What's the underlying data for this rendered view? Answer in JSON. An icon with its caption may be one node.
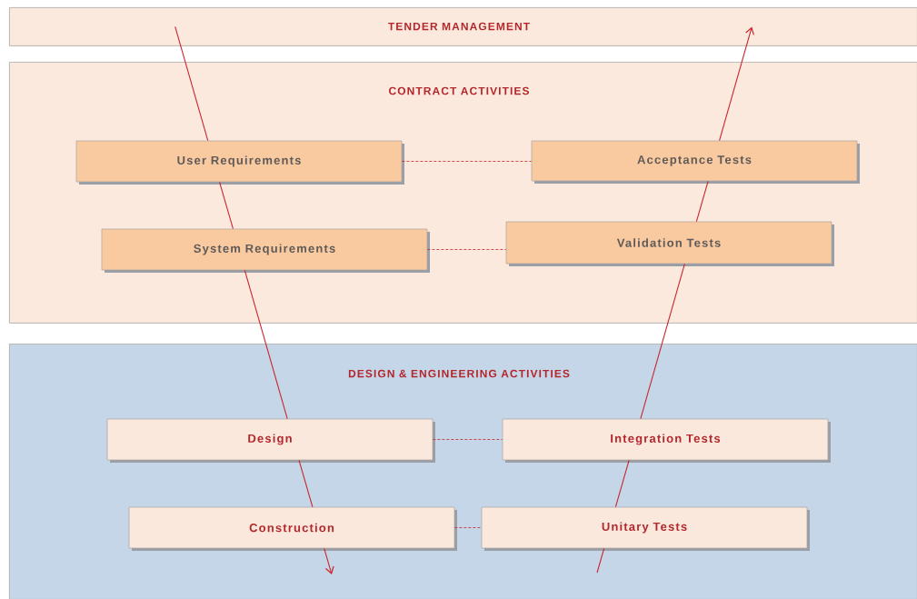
{
  "diagram": {
    "nodes": [
      {
        "text": [
          "TENDER MANAGEMENT"
        ]
      },
      {
        "text": [
          "CONTRACT ACTIVITIES"
        ]
      },
      {
        "text": [
          "User Requirements"
        ],
        "in": 1
      },
      {
        "text": [
          "Acceptance Tests"
        ],
        "in": 1
      },
      {
        "text": [
          "System Requirements"
        ],
        "in": 1
      },
      {
        "text": [
          "Validation Tests"
        ],
        "in": 1
      },
      {
        "text": [
          "DESIGN & ENGINEERING ACTIVITIES"
        ]
      },
      {
        "text": [
          "Design"
        ],
        "in": 6
      },
      {
        "text": [
          "Integration Tests"
        ],
        "in": 6
      },
      {
        "text": [
          "Construction"
        ],
        "in": 6
      },
      {
        "text": [
          "Unitary Tests"
        ],
        "in": 6
      }
    ],
    "edges": [
      {
        "from": 2,
        "to": 3,
        "arrow": "none",
        "style": "dashed"
      },
      {
        "from": 4,
        "to": 5,
        "arrow": "none",
        "style": "dashed"
      },
      {
        "from": 7,
        "to": 8,
        "arrow": "none",
        "style": "dashed"
      },
      {
        "from": 9,
        "to": 10,
        "arrow": "none",
        "style": "dashed"
      },
      {
        "from": 0,
        "to": 2,
        "arrow": "none"
      },
      {
        "from": 2,
        "to": 4,
        "arrow": "none"
      },
      {
        "from": 4,
        "to": 7,
        "arrow": "none"
      },
      {
        "from": 7,
        "to": 9,
        "arrow": "none"
      },
      {
        "from": 9,
        "to": null,
        "arrow": "to"
      },
      {
        "from": null,
        "to": 10,
        "arrow": "none"
      },
      {
        "from": 10,
        "to": 8,
        "arrow": "none"
      },
      {
        "from": 8,
        "to": 5,
        "arrow": "none"
      },
      {
        "from": 5,
        "to": 3,
        "arrow": "none"
      },
      {
        "from": 3,
        "to": 0,
        "arrow": "to"
      }
    ]
  }
}
